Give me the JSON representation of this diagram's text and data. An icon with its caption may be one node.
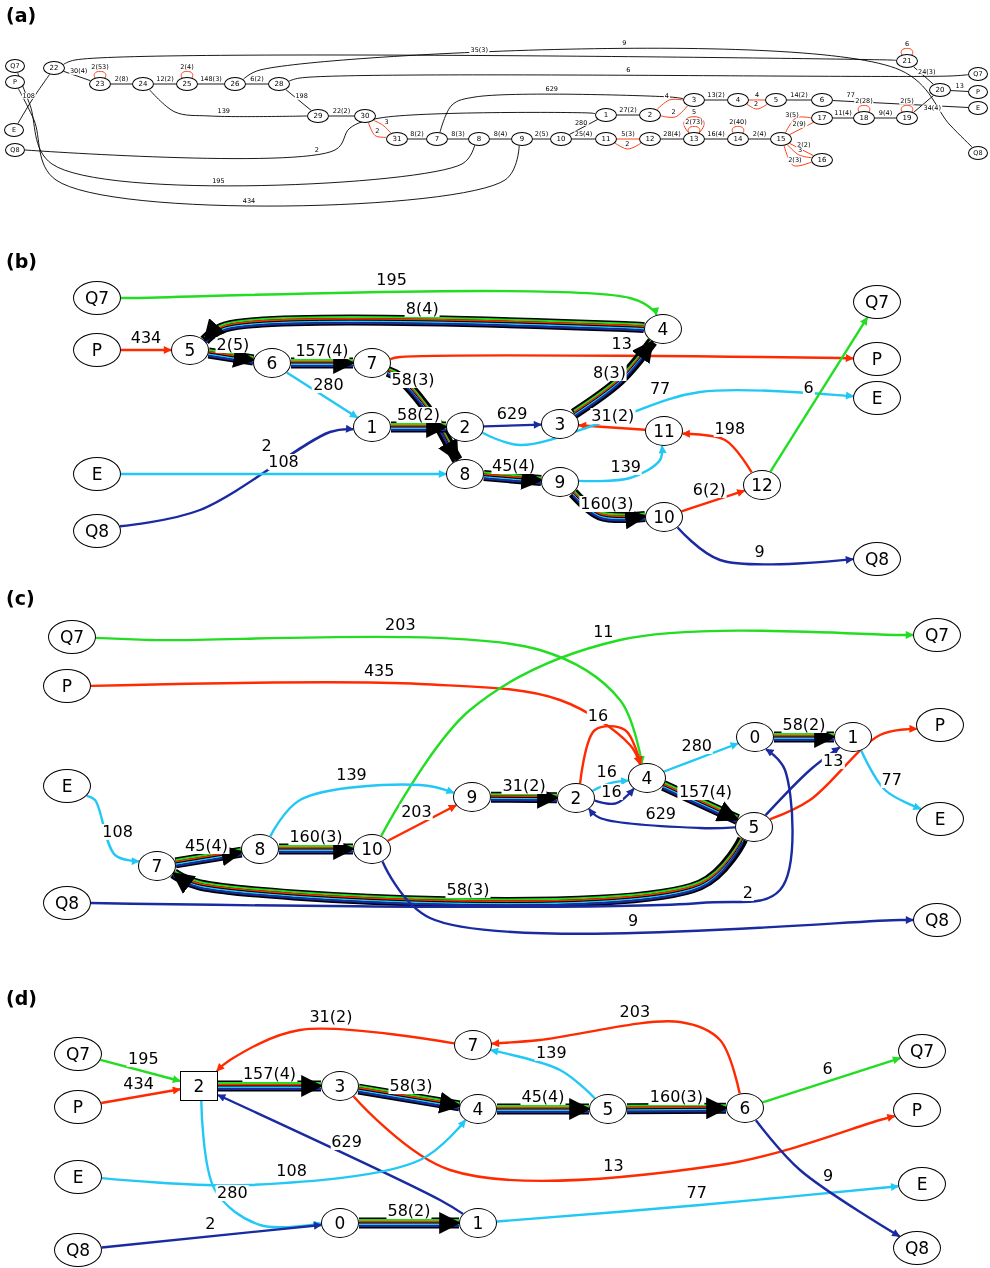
{
  "diagram": {
    "nodes": [
      {
        "text": [
          "Q7"
        ]
      },
      {
        "text": [
          "P"
        ]
      },
      {
        "text": [
          "E"
        ]
      },
      {
        "text": [
          "Q8"
        ]
      },
      {
        "text": [
          "22"
        ]
      },
      {
        "text": [
          "23"
        ]
      },
      {
        "text": [
          "24"
        ]
      },
      {
        "text": [
          "25"
        ]
      },
      {
        "text": [
          "26"
        ]
      },
      {
        "text": [
          "28"
        ]
      },
      {
        "text": [
          "29"
        ]
      },
      {
        "text": [
          "30"
        ]
      },
      {
        "text": [
          "31"
        ]
      },
      {
        "text": [
          "7"
        ]
      },
      {
        "text": [
          "8"
        ]
      },
      {
        "text": [
          "9"
        ]
      },
      {
        "text": [
          "10"
        ]
      },
      {
        "text": [
          "1"
        ]
      },
      {
        "text": [
          "11"
        ]
      },
      {
        "text": [
          "2"
        ]
      },
      {
        "text": [
          "12"
        ]
      },
      {
        "text": [
          "3"
        ]
      },
      {
        "text": [
          "4"
        ]
      },
      {
        "text": [
          "5"
        ]
      },
      {
        "text": [
          "6"
        ]
      },
      {
        "text": [
          "13"
        ]
      },
      {
        "text": [
          "14"
        ]
      },
      {
        "text": [
          "15"
        ]
      },
      {
        "text": [
          "16"
        ]
      },
      {
        "text": [
          "17"
        ]
      },
      {
        "text": [
          "18"
        ]
      },
      {
        "text": [
          "19"
        ]
      },
      {
        "text": [
          "21"
        ]
      },
      {
        "text": [
          "20"
        ]
      },
      {
        "text": [
          "Q7"
        ]
      },
      {
        "text": [
          "P"
        ]
      },
      {
        "text": [
          "E"
        ]
      },
      {
        "text": [
          "Q8"
        ]
      },
      {
        "text": [
          "Q7"
        ]
      },
      {
        "text": [
          "P"
        ]
      },
      {
        "text": [
          "E"
        ]
      },
      {
        "text": [
          "Q8"
        ]
      },
      {
        "text": [
          "5"
        ]
      },
      {
        "text": [
          "6"
        ]
      },
      {
        "text": [
          "7"
        ]
      },
      {
        "text": [
          "1"
        ]
      },
      {
        "text": [
          "2"
        ]
      },
      {
        "text": [
          "8"
        ]
      },
      {
        "text": [
          "3"
        ]
      },
      {
        "text": [
          "9"
        ]
      },
      {
        "text": [
          "4"
        ]
      },
      {
        "text": [
          "11"
        ]
      },
      {
        "text": [
          "10"
        ]
      },
      {
        "text": [
          "12"
        ]
      },
      {
        "text": [
          "Q7"
        ]
      },
      {
        "text": [
          "P"
        ]
      },
      {
        "text": [
          "E"
        ]
      },
      {
        "text": [
          "Q8"
        ]
      },
      {
        "text": [
          "Q7"
        ]
      },
      {
        "text": [
          "P"
        ]
      },
      {
        "text": [
          "E"
        ]
      },
      {
        "text": [
          "Q8"
        ]
      },
      {
        "text": [
          "7"
        ]
      },
      {
        "text": [
          "8"
        ]
      },
      {
        "text": [
          "10"
        ]
      },
      {
        "text": [
          "9"
        ]
      },
      {
        "text": [
          "2"
        ]
      },
      {
        "text": [
          "4"
        ]
      },
      {
        "text": [
          "0"
        ]
      },
      {
        "text": [
          "5"
        ]
      },
      {
        "text": [
          "1"
        ]
      },
      {
        "text": [
          "Q7"
        ]
      },
      {
        "text": [
          "P"
        ]
      },
      {
        "text": [
          "E"
        ]
      },
      {
        "text": [
          "Q8"
        ]
      },
      {
        "text": [
          "Q7"
        ]
      },
      {
        "text": [
          "P"
        ]
      },
      {
        "text": [
          "E"
        ]
      },
      {
        "text": [
          "Q8"
        ]
      },
      {
        "text": [
          "2"
        ]
      },
      {
        "text": [
          "3"
        ]
      },
      {
        "text": [
          "0"
        ]
      },
      {
        "text": [
          "7"
        ]
      },
      {
        "text": [
          "4"
        ]
      },
      {
        "text": [
          "1"
        ]
      },
      {
        "text": [
          "5"
        ]
      },
      {
        "text": [
          "6"
        ]
      },
      {
        "text": [
          "Q7"
        ]
      },
      {
        "text": [
          "P"
        ]
      },
      {
        "text": [
          "E"
        ]
      },
      {
        "text": [
          "Q8"
        ]
      }
    ],
    "edges": [
      {
        "from": 0,
        "to": 14,
        "arrow": "none",
        "label": "195"
      },
      {
        "from": 1,
        "to": 15,
        "arrow": "none",
        "label": "434"
      },
      {
        "from": 2,
        "to": 4,
        "arrow": "none",
        "label": "108"
      },
      {
        "from": 3,
        "to": 17,
        "arrow": "none",
        "label": "2"
      },
      {
        "from": 4,
        "to": 32,
        "arrow": "none",
        "label": "35(3)"
      },
      {
        "from": 4,
        "to": 5,
        "arrow": "none",
        "label": "30(4)"
      },
      {
        "from": 5,
        "to": 5,
        "arrow": "none",
        "label": "2(53)",
        "color": "#ff2a00"
      },
      {
        "from": 5,
        "to": 6,
        "arrow": "none",
        "label": "2(8)"
      },
      {
        "from": 6,
        "to": 7,
        "arrow": "none",
        "label": "12(2)"
      },
      {
        "from": 7,
        "to": 7,
        "arrow": "none",
        "label": "2(4)",
        "color": "#ff2a00"
      },
      {
        "from": 7,
        "to": 8,
        "arrow": "none",
        "label": "148(3)"
      },
      {
        "from": 8,
        "to": 9,
        "arrow": "none",
        "label": "6(2)"
      },
      {
        "from": 8,
        "to": 37,
        "arrow": "none",
        "label": "9"
      },
      {
        "from": 9,
        "to": 34,
        "arrow": "none",
        "label": "6"
      },
      {
        "from": 9,
        "to": 10,
        "arrow": "none",
        "label": "198"
      },
      {
        "from": 6,
        "to": 10,
        "arrow": "none",
        "label": "139"
      },
      {
        "from": 10,
        "to": 11,
        "arrow": "none",
        "label": "22(2)"
      },
      {
        "from": 11,
        "to": 12,
        "arrow": "none",
        "label": "3",
        "color": "#ff2a00"
      },
      {
        "from": 11,
        "to": 12,
        "arrow": "none",
        "label": "2",
        "color": "#ff2a00"
      },
      {
        "from": 12,
        "to": 13,
        "arrow": "none",
        "label": "8(2)"
      },
      {
        "from": 13,
        "to": 14,
        "arrow": "none",
        "label": "8(3)"
      },
      {
        "from": 14,
        "to": 15,
        "arrow": "none",
        "label": "8(4)"
      },
      {
        "from": 15,
        "to": 16,
        "arrow": "none",
        "label": "2(5)"
      },
      {
        "from": 16,
        "to": 18,
        "arrow": "none",
        "label": "25(4)"
      },
      {
        "from": 16,
        "to": 17,
        "arrow": "none",
        "label": "280"
      },
      {
        "from": 13,
        "to": 21,
        "arrow": "none",
        "label": "629"
      },
      {
        "from": 17,
        "to": 19,
        "arrow": "none",
        "label": "27(2)"
      },
      {
        "from": 19,
        "to": 21,
        "arrow": "none",
        "label": "4",
        "color": "#ff2a00"
      },
      {
        "from": 19,
        "to": 21,
        "arrow": "none",
        "label": "2",
        "color": "#ff2a00"
      },
      {
        "from": 21,
        "to": 22,
        "arrow": "none",
        "label": "13(2)"
      },
      {
        "from": 22,
        "to": 23,
        "arrow": "none",
        "label": "4",
        "color": "#ff2a00"
      },
      {
        "from": 22,
        "to": 23,
        "arrow": "none",
        "label": "2",
        "color": "#ff2a00"
      },
      {
        "from": 23,
        "to": 24,
        "arrow": "none",
        "label": "14(2)"
      },
      {
        "from": 24,
        "to": 36,
        "arrow": "none",
        "label": "77"
      },
      {
        "from": 18,
        "to": 20,
        "arrow": "none",
        "label": "5(3)",
        "color": "#ff2a00"
      },
      {
        "from": 18,
        "to": 20,
        "arrow": "none",
        "label": "2",
        "color": "#ff2a00"
      },
      {
        "from": 20,
        "to": 25,
        "arrow": "none",
        "label": "28(4)"
      },
      {
        "from": 25,
        "to": 25,
        "arrow": "none",
        "label": "5",
        "color": "#ff2a00"
      },
      {
        "from": 25,
        "to": 25,
        "arrow": "none",
        "label": "2(73)",
        "color": "#ff2a00"
      },
      {
        "from": 25,
        "to": 26,
        "arrow": "none",
        "label": "16(4)"
      },
      {
        "from": 26,
        "to": 26,
        "arrow": "none",
        "label": "2(40)",
        "color": "#ff2a00"
      },
      {
        "from": 26,
        "to": 27,
        "arrow": "none",
        "label": "2(4)"
      },
      {
        "from": 27,
        "to": 29,
        "arrow": "none",
        "label": "3(5)",
        "color": "#ff2a00"
      },
      {
        "from": 27,
        "to": 29,
        "arrow": "none",
        "label": "2(9)",
        "color": "#ff2a00"
      },
      {
        "from": 27,
        "to": 28,
        "arrow": "none",
        "label": "2(2)",
        "color": "#ff2a00"
      },
      {
        "from": 27,
        "to": 28,
        "arrow": "none",
        "label": "3",
        "color": "#ff2a00"
      },
      {
        "from": 27,
        "to": 28,
        "arrow": "none",
        "label": "2(3)",
        "color": "#ff2a00"
      },
      {
        "from": 29,
        "to": 30,
        "arrow": "none",
        "label": "11(4)"
      },
      {
        "from": 30,
        "to": 30,
        "arrow": "none",
        "label": "2(28)",
        "color": "#ff2a00"
      },
      {
        "from": 30,
        "to": 31,
        "arrow": "none",
        "label": "9(4)"
      },
      {
        "from": 31,
        "to": 31,
        "arrow": "none",
        "label": "2(5)",
        "color": "#ff2a00"
      },
      {
        "from": 31,
        "to": 33,
        "arrow": "none",
        "label": "34(4)"
      },
      {
        "from": 32,
        "to": 32,
        "arrow": "none",
        "label": "6",
        "color": "#ff2a00"
      },
      {
        "from": 32,
        "to": 33,
        "arrow": "none",
        "label": "24(3)"
      },
      {
        "from": 33,
        "to": 35,
        "arrow": "none",
        "label": "13"
      },
      {
        "from": 38,
        "to": 50,
        "arrow": "to",
        "label": "195",
        "color": "#22dd22"
      },
      {
        "from": 39,
        "to": 42,
        "arrow": "to",
        "label": "434",
        "color": "#ff2a00"
      },
      {
        "from": 50,
        "to": 42,
        "arrow": "to",
        "label": "8(4)",
        "style": "thick"
      },
      {
        "from": 42,
        "to": 43,
        "arrow": "to",
        "label": "2(5)",
        "style": "thick"
      },
      {
        "from": 43,
        "to": 44,
        "arrow": "to",
        "label": "157(4)",
        "style": "thick"
      },
      {
        "from": 43,
        "to": 45,
        "arrow": "to",
        "label": "280",
        "color": "#22c8f5"
      },
      {
        "from": 44,
        "to": 55,
        "arrow": "to",
        "label": "13",
        "color": "#ff2a00"
      },
      {
        "from": 44,
        "to": 47,
        "arrow": "to",
        "label": "58(3)",
        "style": "thick"
      },
      {
        "from": 45,
        "to": 46,
        "arrow": "to",
        "label": "58(2)",
        "style": "thick"
      },
      {
        "from": 41,
        "to": 45,
        "arrow": "to",
        "label": "2",
        "color": "#1a2aa0"
      },
      {
        "from": 40,
        "to": 47,
        "arrow": "to",
        "label": "108",
        "color": "#22c8f5"
      },
      {
        "from": 46,
        "to": 48,
        "arrow": "to",
        "label": "629",
        "color": "#1a2aa0"
      },
      {
        "from": 48,
        "to": 50,
        "arrow": "to",
        "label": "8(3)",
        "style": "thick"
      },
      {
        "from": 51,
        "to": 48,
        "arrow": "to",
        "label": "31(2)",
        "color": "#ff2a00"
      },
      {
        "from": 46,
        "to": 56,
        "arrow": "to",
        "label": "77",
        "color": "#22c8f5"
      },
      {
        "from": 53,
        "to": 51,
        "arrow": "to",
        "label": "198",
        "color": "#ff2a00"
      },
      {
        "from": 49,
        "to": 51,
        "arrow": "to",
        "label": "139",
        "color": "#22c8f5"
      },
      {
        "from": 47,
        "to": 49,
        "arrow": "to",
        "label": "45(4)",
        "style": "thick"
      },
      {
        "from": 49,
        "to": 52,
        "arrow": "to",
        "label": "160(3)",
        "style": "thick"
      },
      {
        "from": 52,
        "to": 53,
        "arrow": "to",
        "label": "6(2)",
        "color": "#ff2a00"
      },
      {
        "from": 53,
        "to": 54,
        "arrow": "to",
        "label": "6",
        "color": "#22dd22"
      },
      {
        "from": 52,
        "to": 57,
        "arrow": "to",
        "label": "9",
        "color": "#1a2aa0"
      },
      {
        "from": 58,
        "to": 67,
        "arrow": "to",
        "label": "203",
        "color": "#22dd22"
      },
      {
        "from": 59,
        "to": 67,
        "arrow": "to",
        "label": "435",
        "color": "#ff2a00"
      },
      {
        "from": 64,
        "to": 71,
        "arrow": "to",
        "label": "11",
        "color": "#22dd22"
      },
      {
        "from": 60,
        "to": 62,
        "arrow": "to",
        "label": "108",
        "color": "#22c8f5"
      },
      {
        "from": 62,
        "to": 63,
        "arrow": "to",
        "label": "45(4)",
        "style": "thick"
      },
      {
        "from": 63,
        "to": 64,
        "arrow": "to",
        "label": "160(3)",
        "style": "thick"
      },
      {
        "from": 63,
        "to": 65,
        "arrow": "to",
        "label": "139",
        "color": "#22c8f5"
      },
      {
        "from": 64,
        "to": 65,
        "arrow": "to",
        "label": "203",
        "color": "#ff2a00"
      },
      {
        "from": 65,
        "to": 66,
        "arrow": "to",
        "label": "31(2)",
        "style": "thick"
      },
      {
        "from": 66,
        "to": 67,
        "arrow": "to",
        "label": "16",
        "color": "#ff2a00"
      },
      {
        "from": 66,
        "to": 67,
        "arrow": "to",
        "label": "16",
        "color": "#22c8f5"
      },
      {
        "from": 66,
        "to": 67,
        "arrow": "to",
        "label": "16",
        "color": "#1a2aa0"
      },
      {
        "from": 67,
        "to": 68,
        "arrow": "to",
        "label": "280",
        "color": "#22c8f5"
      },
      {
        "from": 68,
        "to": 70,
        "arrow": "to",
        "label": "58(2)",
        "style": "thick"
      },
      {
        "from": 67,
        "to": 69,
        "arrow": "to",
        "label": "157(4)",
        "style": "thick"
      },
      {
        "from": 69,
        "to": 66,
        "arrow": "to",
        "label": "629",
        "color": "#1a2aa0"
      },
      {
        "from": 69,
        "to": 62,
        "arrow": "to",
        "label": "58(3)",
        "style": "thick"
      },
      {
        "from": 69,
        "to": 72,
        "arrow": "to",
        "label": "13",
        "color": "#ff2a00"
      },
      {
        "from": 70,
        "to": 73,
        "arrow": "to",
        "label": "77",
        "color": "#22c8f5"
      },
      {
        "from": 61,
        "to": 68,
        "arrow": "to",
        "label": "2",
        "color": "#1a2aa0"
      },
      {
        "from": 64,
        "to": 74,
        "arrow": "to",
        "label": "9",
        "color": "#1a2aa0"
      },
      {
        "from": 69,
        "to": 70,
        "arrow": "to",
        "color": "#1a2aa0"
      },
      {
        "from": 75,
        "to": 79,
        "arrow": "to",
        "label": "195",
        "color": "#22dd22"
      },
      {
        "from": 76,
        "to": 79,
        "arrow": "to",
        "label": "434",
        "color": "#ff2a00"
      },
      {
        "from": 82,
        "to": 79,
        "arrow": "to",
        "label": "31(2)",
        "color": "#ff2a00"
      },
      {
        "from": 79,
        "to": 80,
        "arrow": "to",
        "label": "157(4)",
        "style": "thick"
      },
      {
        "from": 80,
        "to": 83,
        "arrow": "to",
        "label": "58(3)",
        "style": "thick"
      },
      {
        "from": 83,
        "to": 85,
        "arrow": "to",
        "label": "45(4)",
        "style": "thick"
      },
      {
        "from": 85,
        "to": 86,
        "arrow": "to",
        "label": "160(3)",
        "style": "thick"
      },
      {
        "from": 86,
        "to": 82,
        "arrow": "to",
        "label": "203",
        "color": "#ff2a00"
      },
      {
        "from": 85,
        "to": 82,
        "arrow": "to",
        "label": "139",
        "color": "#22c8f5"
      },
      {
        "from": 80,
        "to": 88,
        "arrow": "to",
        "label": "13",
        "color": "#ff2a00"
      },
      {
        "from": 84,
        "to": 79,
        "arrow": "to",
        "label": "629",
        "color": "#1a2aa0"
      },
      {
        "from": 77,
        "to": 83,
        "arrow": "to",
        "label": "108",
        "color": "#22c8f5"
      },
      {
        "from": 79,
        "to": 81,
        "arrow": "to",
        "label": "280",
        "color": "#22c8f5"
      },
      {
        "from": 78,
        "to": 81,
        "arrow": "to",
        "label": "2",
        "color": "#1a2aa0"
      },
      {
        "from": 81,
        "to": 84,
        "arrow": "to",
        "label": "58(2)",
        "style": "thick"
      },
      {
        "from": 84,
        "to": 89,
        "arrow": "to",
        "label": "77",
        "color": "#22c8f5"
      },
      {
        "from": 86,
        "to": 87,
        "arrow": "to",
        "label": "6",
        "color": "#22dd22"
      },
      {
        "from": 86,
        "to": 90,
        "arrow": "to",
        "label": "9",
        "color": "#1a2aa0"
      }
    ],
    "labels": [
      "(a)",
      "(b)",
      "(c)",
      "(d)"
    ]
  }
}
